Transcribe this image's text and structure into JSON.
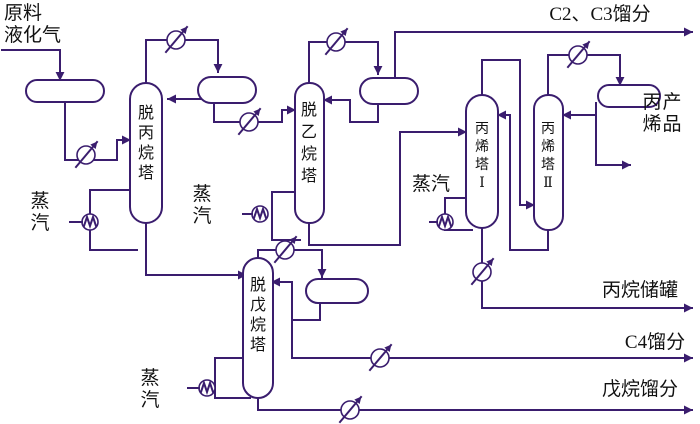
{
  "colors": {
    "line": "#3a1d6e",
    "text": "#111111",
    "background": "#ffffff"
  },
  "icons": {
    "heater": "steam-heater-coil",
    "exchanger": "circle-with-diagonal-arrow",
    "arrow": "filled-triangle-arrowhead"
  },
  "labels": {
    "feed_line1": "原料",
    "feed_line2": "液化气",
    "c2c3": "C2、C3馏分",
    "propylene_product": "丙烯产品",
    "propane_tank": "丙烷储罐",
    "c4": "C4馏分",
    "pentane": "戊烷馏分",
    "steam": "蒸汽"
  },
  "columns": {
    "depropanizer": "脱丙烷塔",
    "deethanizer": "脱乙烷塔",
    "depentanizer": "脱戊烷塔",
    "propylene_tower_1": "丙烯塔Ⅰ",
    "propylene_tower_2": "丙烯塔Ⅱ"
  }
}
